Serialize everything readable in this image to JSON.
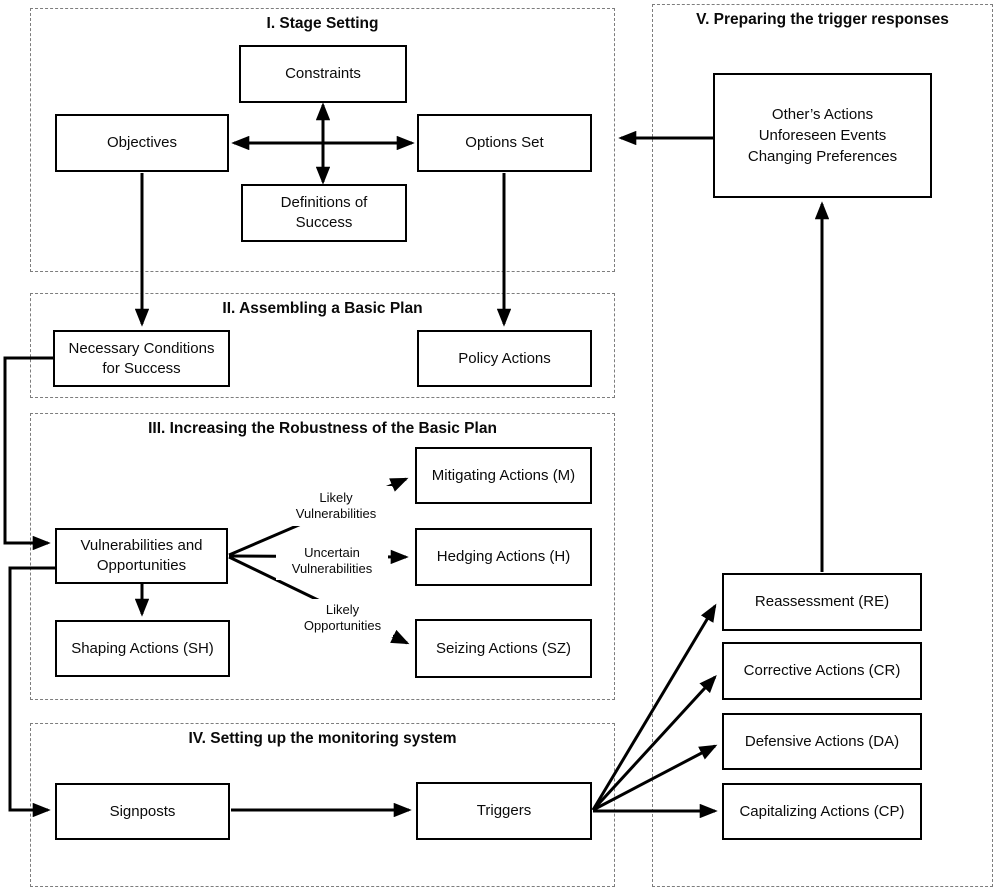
{
  "diagram": {
    "sections": {
      "stage_setting": {
        "title": "I. Stage Setting"
      },
      "basic_plan": {
        "title": "II. Assembling a Basic Plan"
      },
      "robustness": {
        "title": "III. Increasing the Robustness of the Basic Plan"
      },
      "monitoring": {
        "title": "IV. Setting up the monitoring system"
      },
      "trigger_responses": {
        "title": "V. Preparing the trigger responses"
      }
    },
    "nodes": {
      "constraints": {
        "label": "Constraints"
      },
      "objectives": {
        "label": "Objectives"
      },
      "options_set": {
        "label": "Options Set"
      },
      "definitions_of_success": {
        "label": "Definitions of\nSuccess"
      },
      "necessary_conditions": {
        "label": "Necessary Conditions\nfor Success"
      },
      "policy_actions": {
        "label": "Policy Actions"
      },
      "vulnerabilities": {
        "label": "Vulnerabilities and\nOpportunities"
      },
      "shaping_actions": {
        "label": "Shaping Actions (SH)"
      },
      "mitigating_actions": {
        "label": "Mitigating Actions (M)"
      },
      "hedging_actions": {
        "label": "Hedging Actions (H)"
      },
      "seizing_actions": {
        "label": "Seizing Actions (SZ)"
      },
      "signposts": {
        "label": "Signposts"
      },
      "triggers": {
        "label": "Triggers"
      },
      "external_events": {
        "label": "Other’s Actions\nUnforeseen Events\nChanging Preferences"
      },
      "reassessment": {
        "label": "Reassessment (RE)"
      },
      "corrective_actions": {
        "label": "Corrective Actions (CR)"
      },
      "defensive_actions": {
        "label": "Defensive Actions (DA)"
      },
      "capitalizing_actions": {
        "label": "Capitalizing Actions (CP)"
      }
    },
    "edge_labels": {
      "likely_vulnerabilities": "Likely\nVulnerabilities",
      "uncertain_vulnerabilities": "Uncertain\nVulnerabilities",
      "likely_opportunities": "Likely\nOpportunities"
    },
    "edges": [
      {
        "from": "constraints",
        "to": "definitions_of_success",
        "type": "double-arrow"
      },
      {
        "from": "objectives",
        "to": "options_set",
        "type": "double-arrow"
      },
      {
        "from": "objectives",
        "to": "necessary_conditions",
        "type": "arrow"
      },
      {
        "from": "options_set",
        "to": "policy_actions",
        "type": "arrow"
      },
      {
        "from": "external_events",
        "to": "options_set",
        "type": "arrow"
      },
      {
        "from": "necessary_conditions",
        "to": "vulnerabilities",
        "type": "arrow"
      },
      {
        "from": "vulnerabilities",
        "to": "shaping_actions",
        "type": "arrow"
      },
      {
        "from": "vulnerabilities",
        "to": "mitigating_actions",
        "type": "arrow",
        "label": "Likely Vulnerabilities"
      },
      {
        "from": "vulnerabilities",
        "to": "hedging_actions",
        "type": "arrow",
        "label": "Uncertain Vulnerabilities"
      },
      {
        "from": "vulnerabilities",
        "to": "seizing_actions",
        "type": "arrow",
        "label": "Likely Opportunities"
      },
      {
        "from": "vulnerabilities",
        "to": "signposts",
        "type": "arrow"
      },
      {
        "from": "signposts",
        "to": "triggers",
        "type": "arrow"
      },
      {
        "from": "triggers",
        "to": "reassessment",
        "type": "arrow"
      },
      {
        "from": "triggers",
        "to": "corrective_actions",
        "type": "arrow"
      },
      {
        "from": "triggers",
        "to": "defensive_actions",
        "type": "arrow"
      },
      {
        "from": "triggers",
        "to": "capitalizing_actions",
        "type": "arrow"
      },
      {
        "from": "reassessment",
        "to": "external_events",
        "type": "arrow"
      }
    ],
    "colors": {
      "line": "#000000",
      "dashed_border": "#7d7d7d",
      "background": "#ffffff",
      "node_fill": "#ffffff"
    }
  }
}
